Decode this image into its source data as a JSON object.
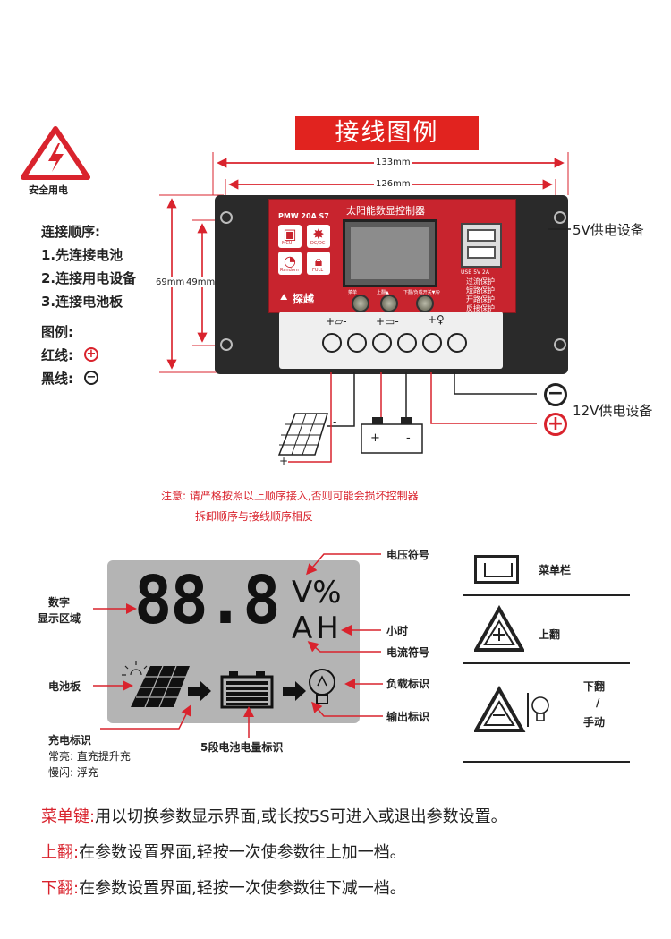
{
  "header": {
    "title": "接线图例",
    "warning_label": "安全用电"
  },
  "dimensions": {
    "width_outer": "133mm",
    "width_inner": "126mm",
    "height_outer": "69mm",
    "height_inner": "49mm"
  },
  "instructions": {
    "heading": "连接顺序:",
    "steps": [
      "1.先连接电池",
      "2.连接用电设备",
      "3.连接电池板"
    ],
    "legend_heading": "图例:",
    "red_line": "红线:",
    "black_line": "黑线:"
  },
  "controller": {
    "model": "PMW 20A S7",
    "name": "太阳能数显控制器",
    "brand": "探越",
    "icon_labels": [
      "MCU",
      "DC/DC",
      "Random",
      "FULL"
    ],
    "usb_label": "USB 5V 2A",
    "protections": [
      "过流保护",
      "短路保护",
      "开路保护",
      "反接保护"
    ],
    "button_labels": [
      "菜单",
      "上翻▲",
      "下翻/负载开关▼/♀"
    ]
  },
  "callouts": {
    "usb_device": "5V供电设备",
    "dc_device": "12V供电设备"
  },
  "battery_terminals": [
    "+",
    "-"
  ],
  "panel_terminals": [
    "-",
    "+"
  ],
  "note": {
    "line1": "注意: 请严格按照以上顺序接入,否则可能会损坏控制器",
    "line2": "拆卸顺序与接线顺序相反"
  },
  "lcd": {
    "digits": "88.8",
    "unit_top": "V%",
    "unit_bottom": "AH",
    "labels": {
      "voltage_symbol": "电压符号",
      "digit_area_1": "数字",
      "digit_area_2": "显示区域",
      "hour": "小时",
      "current_symbol": "电流符号",
      "panel": "电池板",
      "load_indicator": "负载标识",
      "output_indicator": "输出标识",
      "charge_indicator": "充电标识",
      "charge_steady": "常亮: 直充提升充",
      "charge_blink": "慢闪: 浮充",
      "battery_level": "5段电池电量标识"
    }
  },
  "buttons_legend": [
    {
      "label": "菜单栏"
    },
    {
      "label": "上翻"
    },
    {
      "label_1": "下翻",
      "label_2": "/",
      "label_3": "手动"
    }
  ],
  "bottom_notes": [
    {
      "key": "菜单键:",
      "text": "用以切换参数显示界面,或长按5S可进入或退出参数设置。"
    },
    {
      "key": "上翻:",
      "text": "在参数设置界面,轻按一次使参数往上加一档。"
    },
    {
      "key": "下翻:",
      "text": "在参数设置界面,轻按一次使参数往下减一档。"
    }
  ],
  "colors": {
    "accent_red": "#e1231f",
    "controller_red": "#c8242e",
    "lcd_gray": "#b4b4b4"
  }
}
